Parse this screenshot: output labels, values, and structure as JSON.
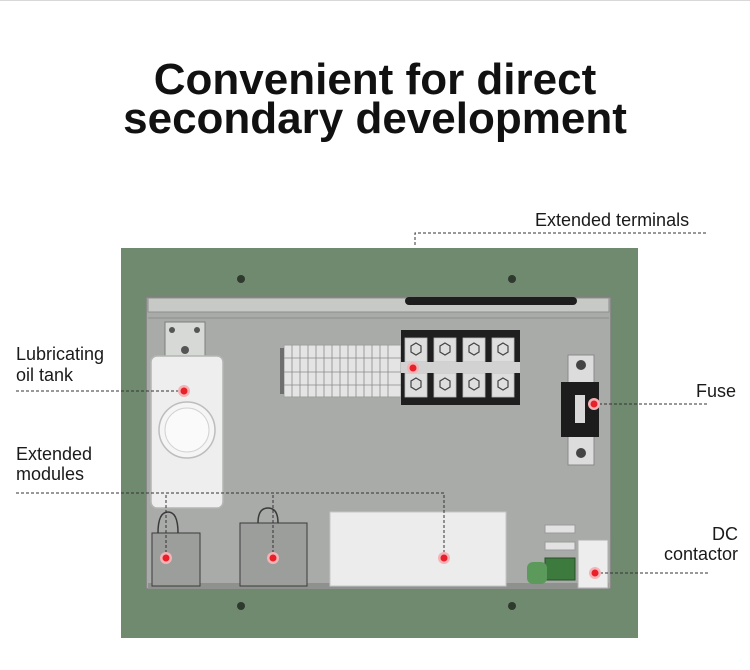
{
  "title": {
    "line1": "Convenient for direct",
    "line2": "secondary development"
  },
  "callouts": {
    "extended_terminals": "Extended terminals",
    "lubricating_oil_tank_line1": "Lubricating",
    "lubricating_oil_tank_line2": "oil tank",
    "fuse": "Fuse",
    "extended_modules_line1": "Extended",
    "extended_modules_line2": "modules",
    "dc_contactor_line1": "DC",
    "dc_contactor_line2": "contactor"
  },
  "colors": {
    "enclosure": "#6f8a6e",
    "panel": "#a9aba9",
    "marker": "#e8202a",
    "leader": "#333333"
  }
}
